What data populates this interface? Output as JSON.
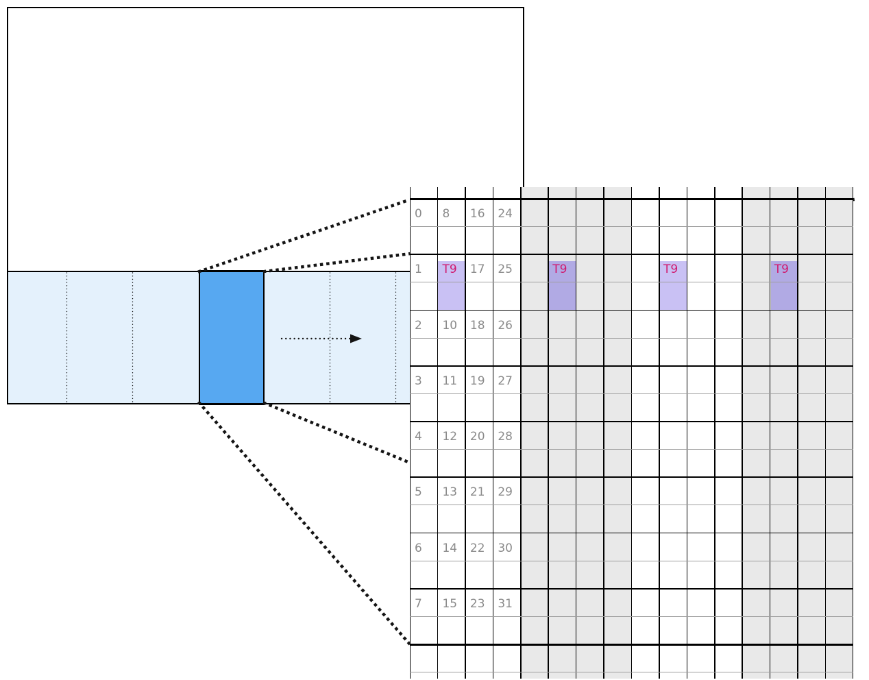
{
  "figure": {
    "colors": {
      "background": "#ffffff",
      "outline": "#000000",
      "band_fill": "#e4f1fc",
      "tile_fill": "#57a8f1",
      "grid_gray_column": "#e9e9e9",
      "grid_white_column": "#ffffff",
      "grid_line": "#000000",
      "grid_subline": "#9e9e9e",
      "number_text": "#8b8b8b",
      "thread_text": "#d0196e",
      "highlight_on_white": "#c9c1f4",
      "highlight_on_gray": "#b1aae4",
      "dotted_annotation": "#141414"
    },
    "grid": {
      "columns": 16,
      "rows_per_group": 2,
      "gray_column_groups": [
        [
          4,
          7
        ],
        [
          12,
          15
        ]
      ],
      "row_groups": [
        {
          "label": "0",
          "values": [
            "8",
            "16",
            "24"
          ]
        },
        {
          "label": "1",
          "values": [
            "T9",
            "17",
            "25"
          ]
        },
        {
          "label": "2",
          "values": [
            "10",
            "18",
            "26"
          ]
        },
        {
          "label": "3",
          "values": [
            "11",
            "19",
            "27"
          ]
        },
        {
          "label": "4",
          "values": [
            "12",
            "20",
            "28"
          ]
        },
        {
          "label": "5",
          "values": [
            "13",
            "21",
            "29"
          ]
        },
        {
          "label": "6",
          "values": [
            "14",
            "22",
            "30"
          ]
        },
        {
          "label": "7",
          "values": [
            "15",
            "23",
            "31"
          ]
        }
      ],
      "highlights": [
        {
          "row_group": 1,
          "col": 1,
          "label": "T9"
        },
        {
          "row_group": 1,
          "col": 5,
          "label": "T9"
        },
        {
          "row_group": 1,
          "col": 9,
          "label": "T9"
        },
        {
          "row_group": 1,
          "col": 13,
          "label": "T9"
        }
      ]
    }
  }
}
